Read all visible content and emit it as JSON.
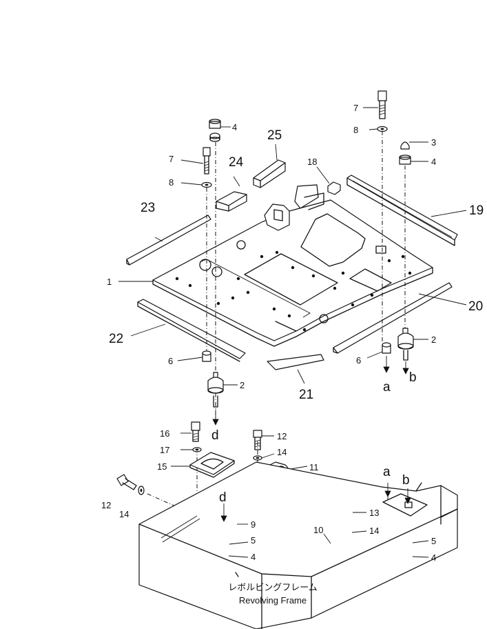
{
  "parts": {
    "p1": "1",
    "p2a": "2",
    "p2b": "2",
    "p3": "3",
    "p4a": "4",
    "p4b": "4",
    "p4c": "4",
    "p4d": "4",
    "p5a": "5",
    "p5b": "5",
    "p6a": "6",
    "p6b": "6",
    "p7a": "7",
    "p7b": "7",
    "p8a": "8",
    "p8b": "8",
    "p9": "9",
    "p10": "10",
    "p11": "11",
    "p12a": "12",
    "p12b": "12",
    "p13": "13",
    "p14a": "14",
    "p14b": "14",
    "p14c": "14",
    "p15": "15",
    "p16": "16",
    "p17": "17",
    "p18": "18",
    "p19": "19",
    "p20": "20",
    "p21": "21",
    "p22": "22",
    "p23": "23",
    "p24": "24",
    "p25": "25"
  },
  "refs": {
    "a_top": "a",
    "b_top": "b",
    "d_top": "d",
    "a_frame": "a",
    "b_frame": "b",
    "d_frame": "d"
  },
  "frame_label": {
    "japanese": "レボルビングフレーム",
    "english": "Revolving Frame"
  }
}
